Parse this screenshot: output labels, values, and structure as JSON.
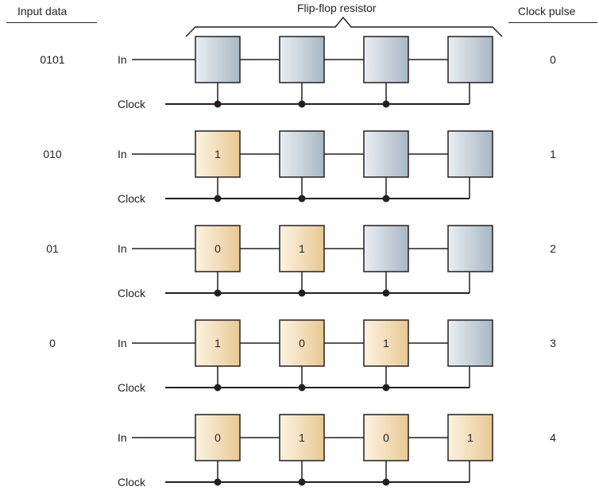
{
  "headers": {
    "input_data": "Input data",
    "register": "Flip-flop resistor",
    "clock_pulse": "Clock pulse"
  },
  "labels": {
    "in": "In",
    "clock": "Clock"
  },
  "colors": {
    "empty_fill_top": "#e9eef3",
    "empty_fill_bottom": "#a9b7c4",
    "filled_fill_top": "#fdf3e2",
    "filled_fill_bottom": "#e8c893",
    "line": "#231f20"
  },
  "rows": [
    {
      "input": "0101",
      "pulse": "0",
      "bits": [
        "",
        "",
        "",
        ""
      ]
    },
    {
      "input": "010",
      "pulse": "1",
      "bits": [
        "1",
        "",
        "",
        ""
      ]
    },
    {
      "input": "01",
      "pulse": "2",
      "bits": [
        "0",
        "1",
        "",
        ""
      ]
    },
    {
      "input": "0",
      "pulse": "3",
      "bits": [
        "1",
        "0",
        "1",
        ""
      ]
    },
    {
      "input": "",
      "pulse": "4",
      "bits": [
        "0",
        "1",
        "0",
        "1"
      ]
    }
  ]
}
